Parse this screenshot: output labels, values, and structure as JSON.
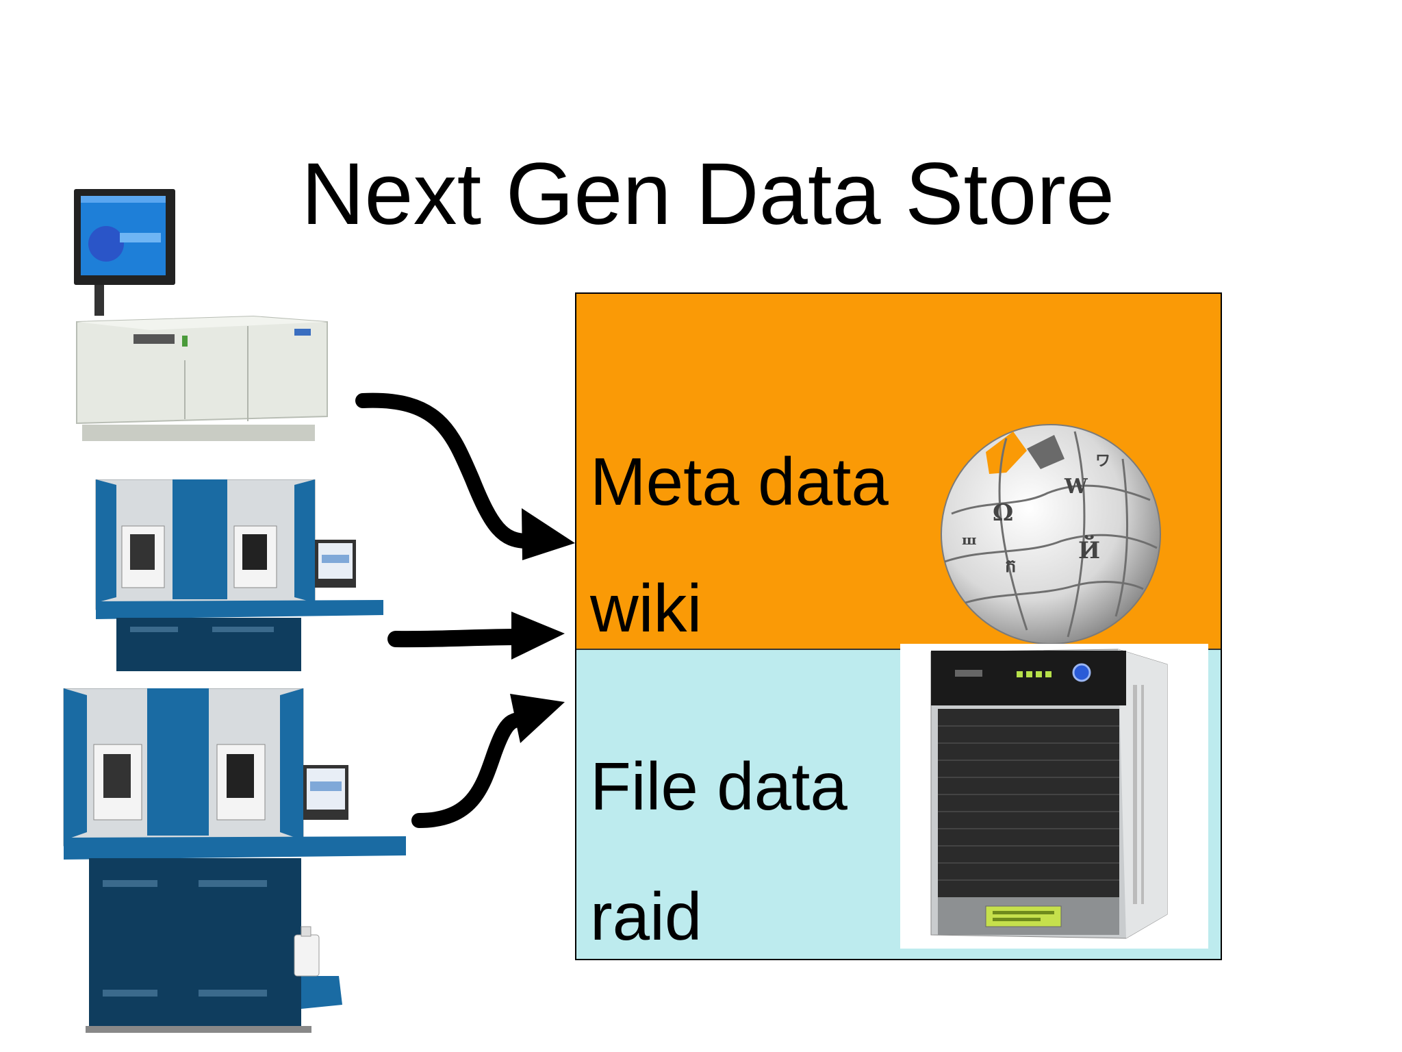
{
  "slide": {
    "title": "Next Gen Data Store"
  },
  "store": {
    "meta": {
      "line1": "Meta data",
      "line2": "wiki",
      "color": "#fa9a06"
    },
    "file": {
      "line1": "File data",
      "line2": "raid",
      "color": "#bdebee"
    }
  },
  "icons": [
    "sequencer-instrument-icon",
    "genome-analyzer-instrument-icon",
    "wikipedia-globe-icon",
    "nas-server-icon",
    "arrow-icon"
  ]
}
